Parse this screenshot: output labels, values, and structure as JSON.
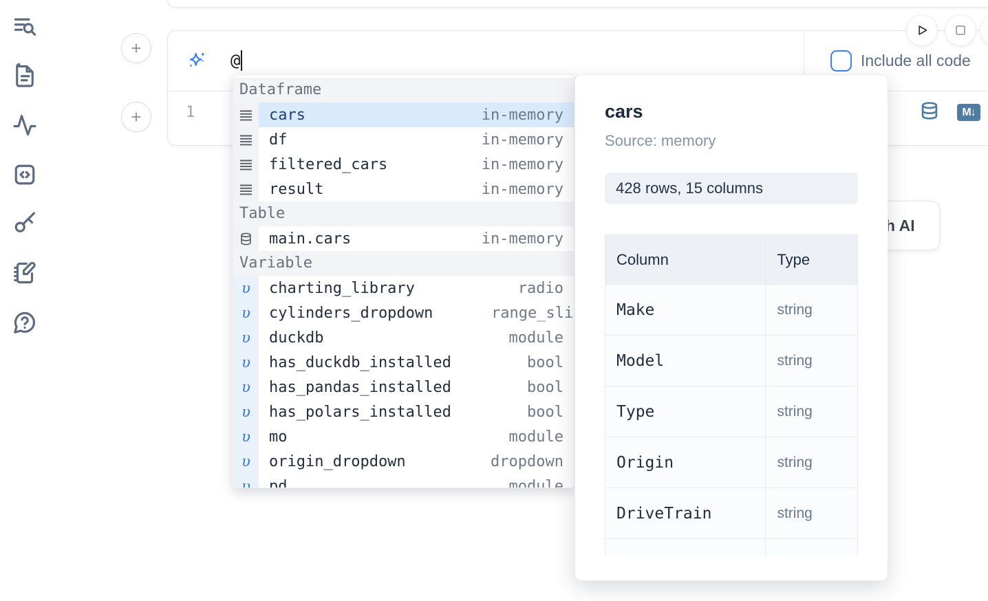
{
  "sidebar": {
    "icons": [
      {
        "name": "search-list-icon"
      },
      {
        "name": "file-text-icon"
      },
      {
        "name": "activity-icon"
      },
      {
        "name": "code-snippets-icon"
      },
      {
        "name": "shortcuts-key-icon"
      },
      {
        "name": "scratchpad-icon"
      },
      {
        "name": "help-chat-icon"
      }
    ]
  },
  "top_actions": {
    "run_icon": "play-icon",
    "stop_icon": "stop-icon",
    "partial_icon": "partial-circle-button"
  },
  "add_cell": {
    "label": "+"
  },
  "ai_prompt": {
    "icon": "sparkles-icon",
    "value": "@",
    "include_all_code_label": "Include all code",
    "include_all_code_checked": false
  },
  "cell": {
    "line_number": "1",
    "actions": {
      "database_icon": "database-icon",
      "markdown_badge": "M↓"
    }
  },
  "autocomplete": {
    "sections": [
      {
        "label": "Dataframe",
        "gutter": "gray",
        "icon": "rows-icon",
        "items": [
          {
            "name": "cars",
            "type": "in-memory",
            "selected": true
          },
          {
            "name": "df",
            "type": "in-memory"
          },
          {
            "name": "filtered_cars",
            "type": "in-memory"
          },
          {
            "name": "result",
            "type": "in-memory"
          }
        ]
      },
      {
        "label": "Table",
        "gutter": "gray",
        "icon": "database-icon",
        "items": [
          {
            "name": "main.cars",
            "type": "in-memory"
          }
        ]
      },
      {
        "label": "Variable",
        "gutter": "blue",
        "icon": "variable-icon",
        "items": [
          {
            "name": "charting_library",
            "type": "radio"
          },
          {
            "name": "cylinders_dropdown",
            "type": "range_slider",
            "type_clipped": true
          },
          {
            "name": "duckdb",
            "type": "module"
          },
          {
            "name": "has_duckdb_installed",
            "type": "bool"
          },
          {
            "name": "has_pandas_installed",
            "type": "bool"
          },
          {
            "name": "has_polars_installed",
            "type": "bool"
          },
          {
            "name": "mo",
            "type": "module"
          },
          {
            "name": "origin_dropdown",
            "type": "dropdown"
          },
          {
            "name": "pd",
            "type": "module",
            "clipped_row": true
          }
        ]
      }
    ]
  },
  "preview_panel": {
    "title": "cars",
    "source_label": "Source: memory",
    "shape_badge": "428 rows, 15 columns",
    "table": {
      "headers": [
        "Column",
        "Type"
      ],
      "rows": [
        [
          "Make",
          "string"
        ],
        [
          "Model",
          "string"
        ],
        [
          "Type",
          "string"
        ],
        [
          "Origin",
          "string"
        ],
        [
          "DriveTrain",
          "string"
        ]
      ]
    }
  },
  "generate_ai_button": {
    "visible_label": "h AI"
  },
  "colors": {
    "accent_blue": "#3b82f6",
    "steel_blue": "#4e7ca3",
    "selected_row_bg": "#d9eafc",
    "sidebar_slate": "#5d6b82"
  }
}
